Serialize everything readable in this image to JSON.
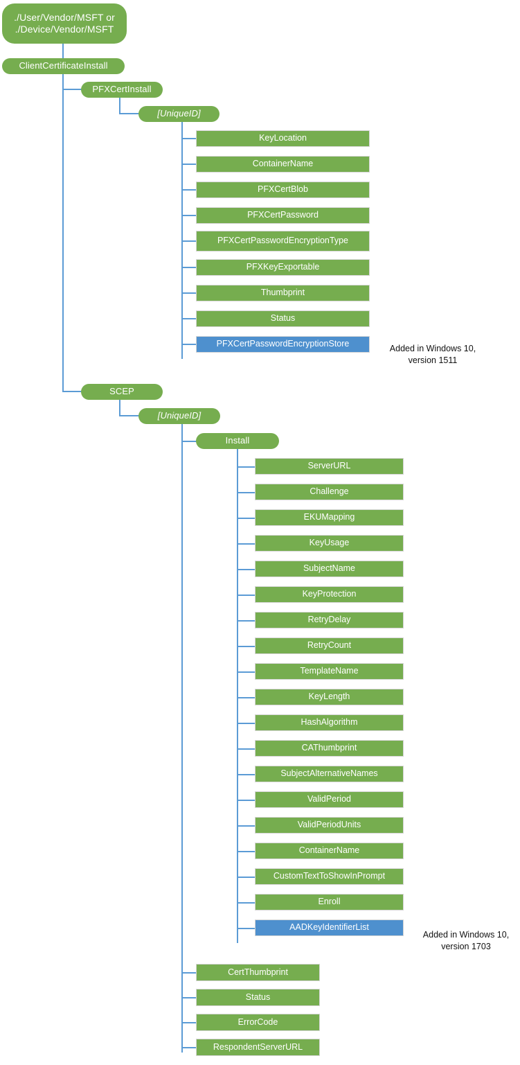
{
  "diagram": {
    "title": "ClientCertificateInstall CSP tree",
    "colors": {
      "node_green": "#76AD4F",
      "node_blue": "#4E90CE",
      "connector_blue": "#5B9BD5",
      "node_text": "#FFFFFF",
      "note_text": "#111111",
      "background": "#FFFFFF"
    },
    "root": {
      "label": "./User/Vendor/MSFT or\n./Device/Vendor/MSFT"
    },
    "level1": {
      "label": "ClientCertificateInstall"
    },
    "pfx": {
      "branch_label": "PFXCertInstall",
      "unique_id_label": "[UniqueID]",
      "children": [
        {
          "label": "KeyLocation",
          "style": "green"
        },
        {
          "label": "ContainerName",
          "style": "green"
        },
        {
          "label": "PFXCertBlob",
          "style": "green"
        },
        {
          "label": "PFXCertPassword",
          "style": "green"
        },
        {
          "label": "PFXCertPasswordEncryptionType",
          "style": "green"
        },
        {
          "label": "PFXKeyExportable",
          "style": "green"
        },
        {
          "label": "Thumbprint",
          "style": "green"
        },
        {
          "label": "Status",
          "style": "green"
        },
        {
          "label": "PFXCertPasswordEncryptionStore",
          "style": "blue"
        }
      ],
      "note": "Added in Windows 10,\nversion 1511"
    },
    "scep": {
      "branch_label": "SCEP",
      "unique_id_label": "[UniqueID]",
      "install_label": "Install",
      "install_children": [
        {
          "label": "ServerURL",
          "style": "green"
        },
        {
          "label": "Challenge",
          "style": "green"
        },
        {
          "label": "EKUMapping",
          "style": "green"
        },
        {
          "label": "KeyUsage",
          "style": "green"
        },
        {
          "label": "SubjectName",
          "style": "green"
        },
        {
          "label": "KeyProtection",
          "style": "green"
        },
        {
          "label": "RetryDelay",
          "style": "green"
        },
        {
          "label": "RetryCount",
          "style": "green"
        },
        {
          "label": "TemplateName",
          "style": "green"
        },
        {
          "label": "KeyLength",
          "style": "green"
        },
        {
          "label": "HashAlgorithm",
          "style": "green"
        },
        {
          "label": "CAThumbprint",
          "style": "green"
        },
        {
          "label": "SubjectAlternativeNames",
          "style": "green"
        },
        {
          "label": "ValidPeriod",
          "style": "green"
        },
        {
          "label": "ValidPeriodUnits",
          "style": "green"
        },
        {
          "label": "ContainerName",
          "style": "green"
        },
        {
          "label": "CustomTextToShowInPrompt",
          "style": "green"
        },
        {
          "label": "Enroll",
          "style": "green"
        },
        {
          "label": "AADKeyIdentifierList",
          "style": "blue"
        }
      ],
      "note": "Added in Windows 10,\nversion 1703",
      "unique_id_children": [
        {
          "label": "CertThumbprint",
          "style": "green"
        },
        {
          "label": "Status",
          "style": "green"
        },
        {
          "label": "ErrorCode",
          "style": "green"
        },
        {
          "label": "RespondentServerURL",
          "style": "green"
        }
      ]
    }
  }
}
